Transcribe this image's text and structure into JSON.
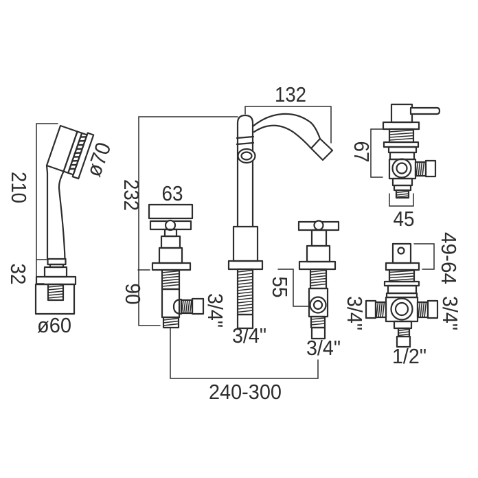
{
  "drawing": {
    "dimensions": {
      "handset_height": "210",
      "handset_head_diameter": "ø70",
      "handset_bracket_height": "32",
      "handset_wall_plate_diameter": "ø60",
      "spout_height": "232",
      "under_deck_depth": "90",
      "handle_width": "63",
      "spout_projection": "132",
      "valve_outlet_drop": "55",
      "tail_centres_range": "240-300",
      "diverter_body_height": "67",
      "diverter_body_width": "45",
      "deck_thickness_range": "49-64"
    },
    "connections": {
      "left_valve_outlet": "3/4\"",
      "spout_tail": "3/4\"",
      "right_valve_tail": "3/4\"",
      "diverter_left_inlet": "3/4\"",
      "diverter_right_inlet": "3/4\"",
      "diverter_bottom_outlet": "1/2\""
    }
  }
}
